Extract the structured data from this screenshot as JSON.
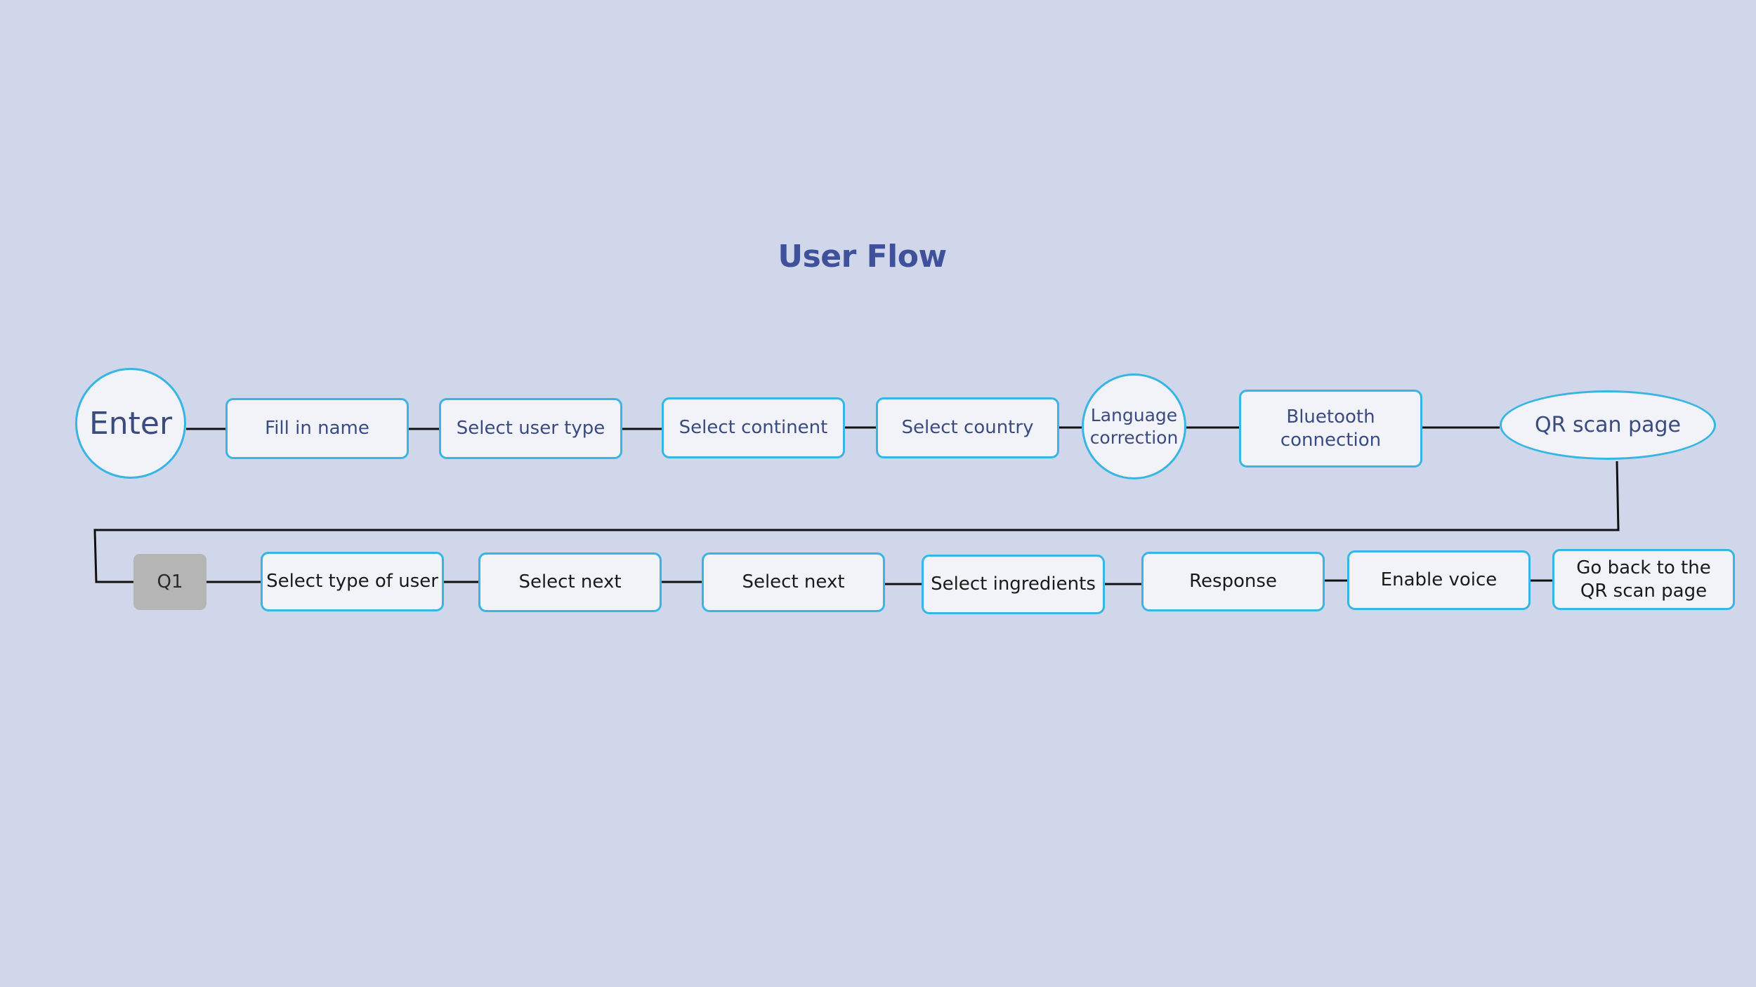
{
  "title": "User Flow",
  "row1": [
    {
      "id": "enter",
      "label": "Enter"
    },
    {
      "id": "fill-in-name",
      "label": "Fill in name"
    },
    {
      "id": "select-user-type",
      "label": "Select user type"
    },
    {
      "id": "select-continent",
      "label": "Select continent"
    },
    {
      "id": "select-country",
      "label": "Select country"
    },
    {
      "id": "language-correction",
      "label": "Language\ncorrection"
    },
    {
      "id": "bluetooth-connection",
      "label": "Bluetooth\nconnection"
    },
    {
      "id": "qr-scan-page",
      "label": "QR scan page"
    }
  ],
  "row2": [
    {
      "id": "q1",
      "label": "Q1"
    },
    {
      "id": "select-type-of-user",
      "label": "Select type of user"
    },
    {
      "id": "select-next-1",
      "label": "Select next"
    },
    {
      "id": "select-next-2",
      "label": "Select next"
    },
    {
      "id": "select-ingredients",
      "label": "Select ingredients"
    },
    {
      "id": "response",
      "label": "Response"
    },
    {
      "id": "enable-voice",
      "label": "Enable voice"
    },
    {
      "id": "go-back-to-qr",
      "label": "Go back to the\nQR scan page"
    }
  ],
  "colors": {
    "background": "#d1d7ea",
    "node_fill": "#f1f3f8",
    "node_border": "#37b6e3",
    "title": "#3f519a",
    "q1_fill": "#b5b5b5",
    "connector": "#111111"
  }
}
